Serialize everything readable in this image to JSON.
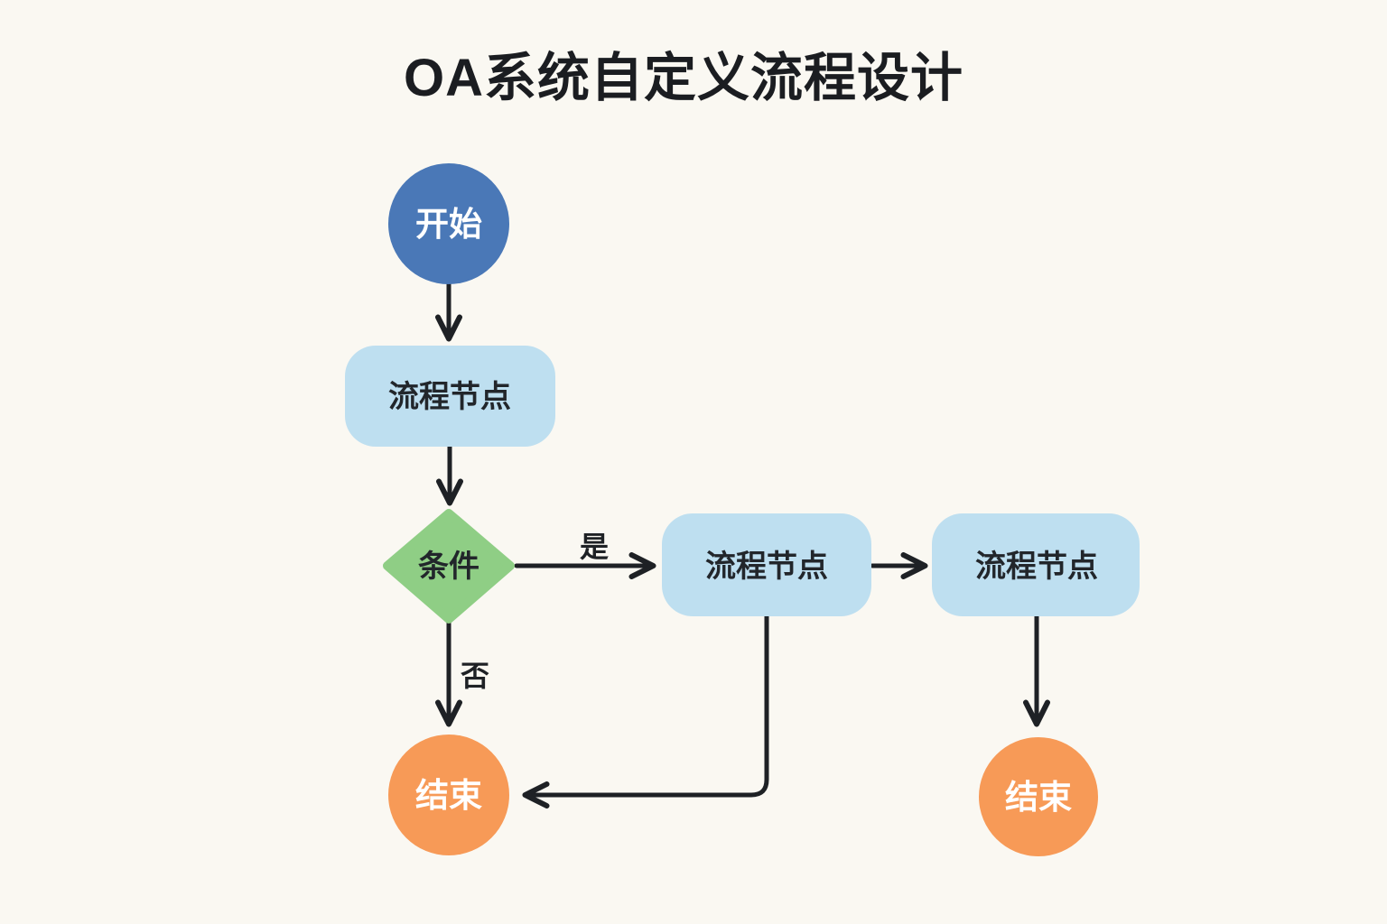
{
  "title": "OA系统自定义流程设计",
  "colors": {
    "background": "#faf8f2",
    "start_fill": "#4a78b7",
    "process_fill": "#bedff0",
    "condition_fill": "#8fce85",
    "end_fill": "#f79a57",
    "edge_stroke": "#1e2125",
    "dark_text": "#22262b",
    "light_text": "#ffffff"
  },
  "nodes": {
    "start": {
      "label": "开始",
      "shape": "circle"
    },
    "process1": {
      "label": "流程节点",
      "shape": "rounded-rect"
    },
    "condition": {
      "label": "条件",
      "shape": "diamond"
    },
    "process2": {
      "label": "流程节点",
      "shape": "rounded-rect"
    },
    "process3": {
      "label": "流程节点",
      "shape": "rounded-rect"
    },
    "end_left": {
      "label": "结束",
      "shape": "circle"
    },
    "end_right": {
      "label": "结束",
      "shape": "circle"
    }
  },
  "edges": {
    "yes_label": "是",
    "no_label": "否",
    "connections": [
      {
        "from": "start",
        "to": "process1",
        "label": ""
      },
      {
        "from": "process1",
        "to": "condition",
        "label": ""
      },
      {
        "from": "condition",
        "to": "process2",
        "label": "是"
      },
      {
        "from": "process2",
        "to": "process3",
        "label": ""
      },
      {
        "from": "condition",
        "to": "end_left",
        "label": "否"
      },
      {
        "from": "process2",
        "to": "end_left",
        "label": ""
      },
      {
        "from": "process3",
        "to": "end_right",
        "label": ""
      }
    ]
  }
}
